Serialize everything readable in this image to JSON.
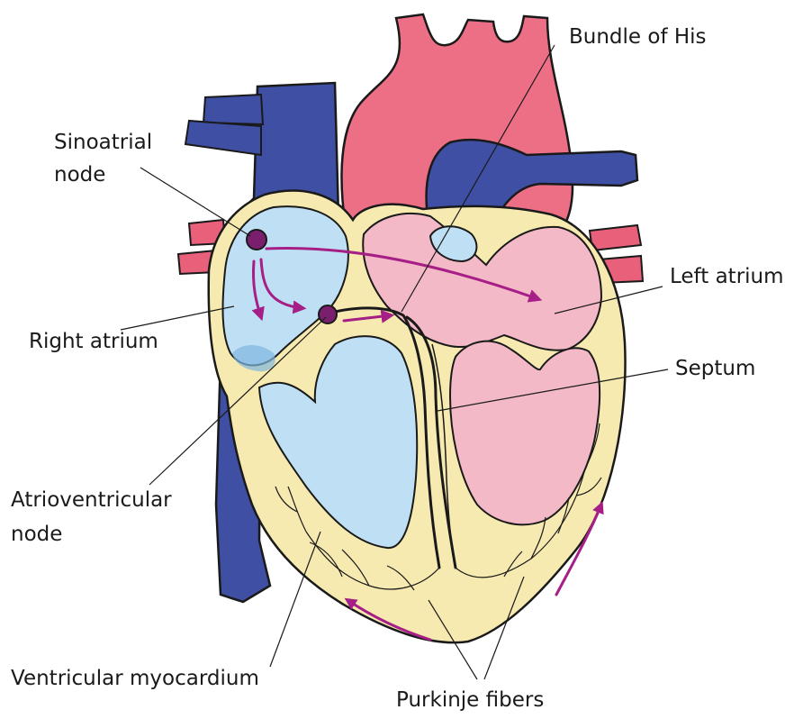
{
  "labels": {
    "bundle_of_his": "Bundle of His",
    "sinoatrial_line1": "Sinoatrial",
    "sinoatrial_line2": "node",
    "left_atrium": "Left atrium",
    "right_atrium": "Right atrium",
    "septum": "Septum",
    "atrioventricular_line1": "Atrioventricular",
    "atrioventricular_line2": "node",
    "ventricular_myocardium": "Ventricular myocardium",
    "purkinje_fibers": "Purkinje fibers"
  },
  "colors": {
    "vein_blue": "#3f4fa3",
    "artery_red": "#e8607a",
    "aorta_pink": "#ec6f86",
    "myocardium_yellow": "#f7eab0",
    "right_chamber_blue": "#bfe0f4",
    "left_chamber_pink": "#f3b9c7",
    "node_purple": "#7a1f6e",
    "signal_arrow": "#a61f86",
    "outline": "#1a1a1a"
  }
}
